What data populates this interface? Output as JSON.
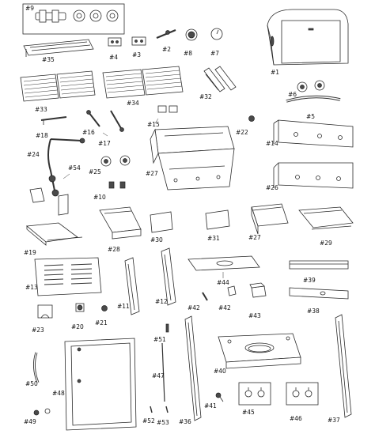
{
  "diagram": {
    "parts": [
      {
        "id": "p9",
        "label": "#9"
      },
      {
        "id": "p35",
        "label": "#35"
      },
      {
        "id": "p4",
        "label": "#4"
      },
      {
        "id": "p3",
        "label": "#3"
      },
      {
        "id": "p2",
        "label": "#2"
      },
      {
        "id": "p8",
        "label": "#8"
      },
      {
        "id": "p7",
        "label": "#7"
      },
      {
        "id": "p1",
        "label": "#1"
      },
      {
        "id": "p33",
        "label": "#33"
      },
      {
        "id": "p34",
        "label": "#34"
      },
      {
        "id": "p32",
        "label": "#32"
      },
      {
        "id": "p6",
        "label": "#6"
      },
      {
        "id": "p5",
        "label": "#5"
      },
      {
        "id": "p18",
        "label": "#18"
      },
      {
        "id": "p16",
        "label": "#16"
      },
      {
        "id": "p17",
        "label": "#17"
      },
      {
        "id": "p15",
        "label": "#15"
      },
      {
        "id": "p22",
        "label": "#22"
      },
      {
        "id": "p14",
        "label": "#14"
      },
      {
        "id": "p24",
        "label": "#24"
      },
      {
        "id": "p54",
        "label": "#54"
      },
      {
        "id": "p25",
        "label": "#25"
      },
      {
        "id": "p10",
        "label": "#10"
      },
      {
        "id": "p26",
        "label": "#26"
      },
      {
        "id": "p19",
        "label": "#19"
      },
      {
        "id": "p28",
        "label": "#28"
      },
      {
        "id": "p27a",
        "label": "#27"
      },
      {
        "id": "p30",
        "label": "#30"
      },
      {
        "id": "p31",
        "label": "#31"
      },
      {
        "id": "p27b",
        "label": "#27"
      },
      {
        "id": "p29",
        "label": "#29"
      },
      {
        "id": "p13",
        "label": "#13"
      },
      {
        "id": "p11",
        "label": "#11"
      },
      {
        "id": "p12",
        "label": "#12"
      },
      {
        "id": "p44",
        "label": "#44"
      },
      {
        "id": "p39",
        "label": "#39"
      },
      {
        "id": "p42a",
        "label": "#42"
      },
      {
        "id": "p42b",
        "label": "#42"
      },
      {
        "id": "p43",
        "label": "#43"
      },
      {
        "id": "p38",
        "label": "#38"
      },
      {
        "id": "p23",
        "label": "#23"
      },
      {
        "id": "p20",
        "label": "#20"
      },
      {
        "id": "p21",
        "label": "#21"
      },
      {
        "id": "p51",
        "label": "#51"
      },
      {
        "id": "p40",
        "label": "#40"
      },
      {
        "id": "p50",
        "label": "#50"
      },
      {
        "id": "p48",
        "label": "#48"
      },
      {
        "id": "p47",
        "label": "#47"
      },
      {
        "id": "p41",
        "label": "#41"
      },
      {
        "id": "p45",
        "label": "#45"
      },
      {
        "id": "p46",
        "label": "#46"
      },
      {
        "id": "p49",
        "label": "#49"
      },
      {
        "id": "p52",
        "label": "#52"
      },
      {
        "id": "p53",
        "label": "#53"
      },
      {
        "id": "p36",
        "label": "#36"
      },
      {
        "id": "p37",
        "label": "#37"
      }
    ]
  }
}
